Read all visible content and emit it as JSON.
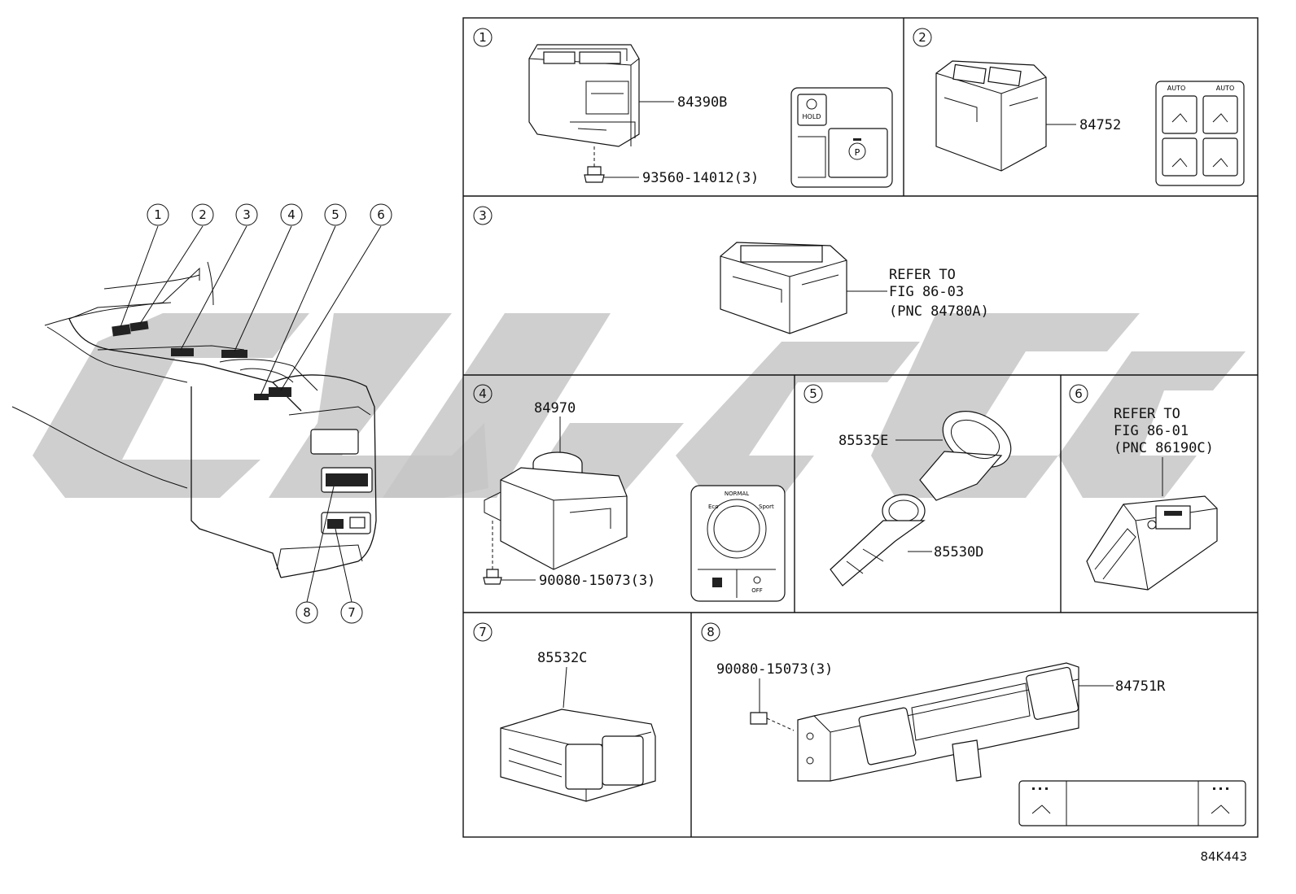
{
  "diagram_code": "84K443",
  "overview": {
    "callouts": [
      "1",
      "2",
      "3",
      "4",
      "5",
      "6",
      "7",
      "8"
    ]
  },
  "panels": [
    {
      "num": "1",
      "parts": [
        "84390B",
        "93560-14012(3)"
      ]
    },
    {
      "num": "2",
      "parts": [
        "84752"
      ]
    },
    {
      "num": "3",
      "refer": [
        "REFER TO",
        "FIG 86-03",
        "(PNC 84780A)"
      ]
    },
    {
      "num": "4",
      "parts": [
        "84970",
        "90080-15073(3)"
      ]
    },
    {
      "num": "5",
      "parts": [
        "85535E",
        "85530D"
      ]
    },
    {
      "num": "6",
      "refer": [
        "REFER TO",
        "FIG 86-01",
        "(PNC 86190C)"
      ]
    },
    {
      "num": "7",
      "parts": [
        "85532C"
      ]
    },
    {
      "num": "8",
      "parts": [
        "90080-15073(3)",
        "84751R"
      ]
    }
  ],
  "icons": {
    "hold_button": "HOLD",
    "auto_labels": [
      "AUTO",
      "AUTO"
    ],
    "dial_modes": [
      "Eco",
      "NORMAL",
      "Sport"
    ],
    "off_button": "OFF"
  }
}
